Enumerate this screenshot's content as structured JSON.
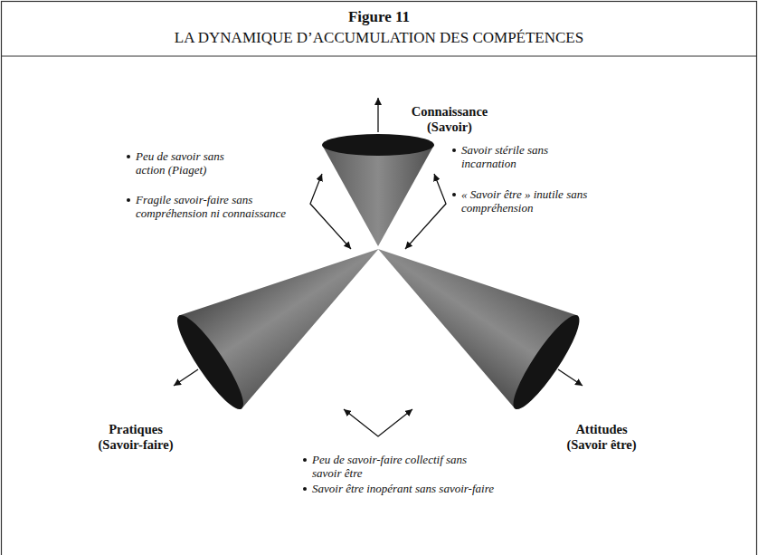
{
  "diagram": {
    "title": "Figure 11",
    "caption": "LA DYNAMIQUE D’ACCUMULATION DES COMPÉTENCES",
    "nodes": [
      {
        "text": [
          "Connaissance",
          "(Savoir)"
        ]
      },
      {
        "text": [
          "Pratiques",
          "(Savoir-faire)"
        ]
      },
      {
        "text": [
          "Attitudes",
          "(Savoir être)"
        ]
      }
    ],
    "edges": [
      {
        "from": 0,
        "to": 1,
        "arrow": "both"
      },
      {
        "from": 0,
        "to": 2,
        "arrow": "both"
      },
      {
        "from": 1,
        "to": 2,
        "arrow": "both"
      }
    ],
    "labels": [
      "Peu de savoir sans action (Piaget)",
      "Fragile savoir-faire sans compréhension ni connaissance",
      "Savoir stérile sans incarnation",
      "« Savoir être » inutile sans compréhension",
      "Peu de savoir-faire collectif sans savoir être",
      "Savoir être inopérant sans savoir-faire"
    ]
  }
}
